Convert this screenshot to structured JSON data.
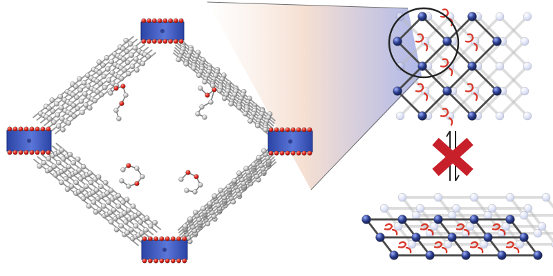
{
  "figure": {
    "colors": {
      "background": "#ffffff",
      "carbon_atom": "#c9c9c9",
      "carbon_dark": "#8a8a8a",
      "oxygen_atom": "#e0241b",
      "metal_node": "#3a55b0",
      "metal_node_light": "#6f86d6",
      "node_sphere": "#2c3f8f",
      "node_sphere_faded": "#b9c1e6",
      "frame_line": "#555555",
      "guest_red": "#d8382a",
      "cross_mark": "#c8202a",
      "arrow": "#222222"
    },
    "icons": {
      "magnifier": "circle-magnifier-icon",
      "blocked_transition": "red-cross-icon",
      "equilibrium": "equilibrium-arrows-icon"
    },
    "panels": [
      {
        "id": "framework-pore-model",
        "kind": "ball-and-stick"
      },
      {
        "id": "open-lattice",
        "kind": "schematic"
      },
      {
        "id": "collapsed-lattice",
        "kind": "schematic"
      }
    ]
  }
}
